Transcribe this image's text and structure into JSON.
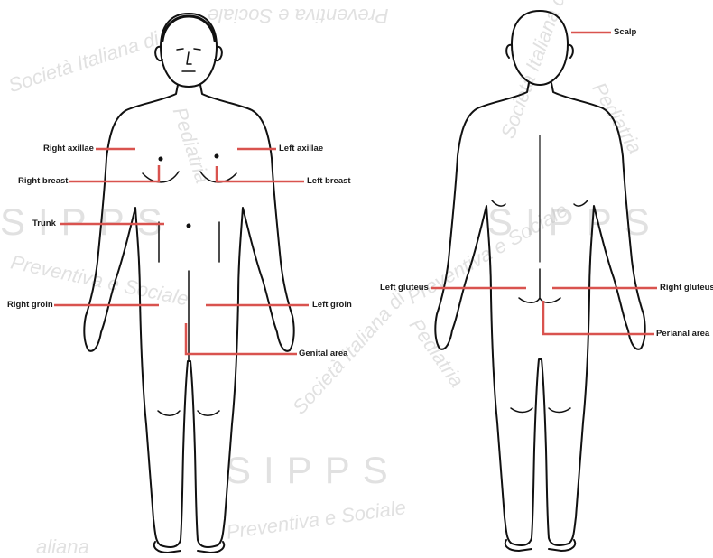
{
  "watermark": {
    "letters": "SIPPS",
    "arc_top": "Società Italiana di",
    "arc_side": "Pediatria",
    "arc_bottom": "Preventiva e Sociale",
    "fragment": "aliana"
  },
  "labels": {
    "front": {
      "right_axillae": "Right axillae",
      "left_axillae": "Left axillae",
      "right_breast": "Right breast",
      "left_breast": "Left breast",
      "trunk": "Trunk",
      "right_groin": "Right groin",
      "left_groin": "Left groin",
      "genital_area": "Genital area"
    },
    "back": {
      "scalp": "Scalp",
      "left_gluteus": "Left gluteus",
      "right_gluteus": "Right gluteus",
      "perianal_area": "Perianal area"
    }
  },
  "colors": {
    "leader_line": "#d9534f",
    "outline": "#111111",
    "label_text": "#1a1a1a",
    "watermark": "#c9c9c9"
  }
}
